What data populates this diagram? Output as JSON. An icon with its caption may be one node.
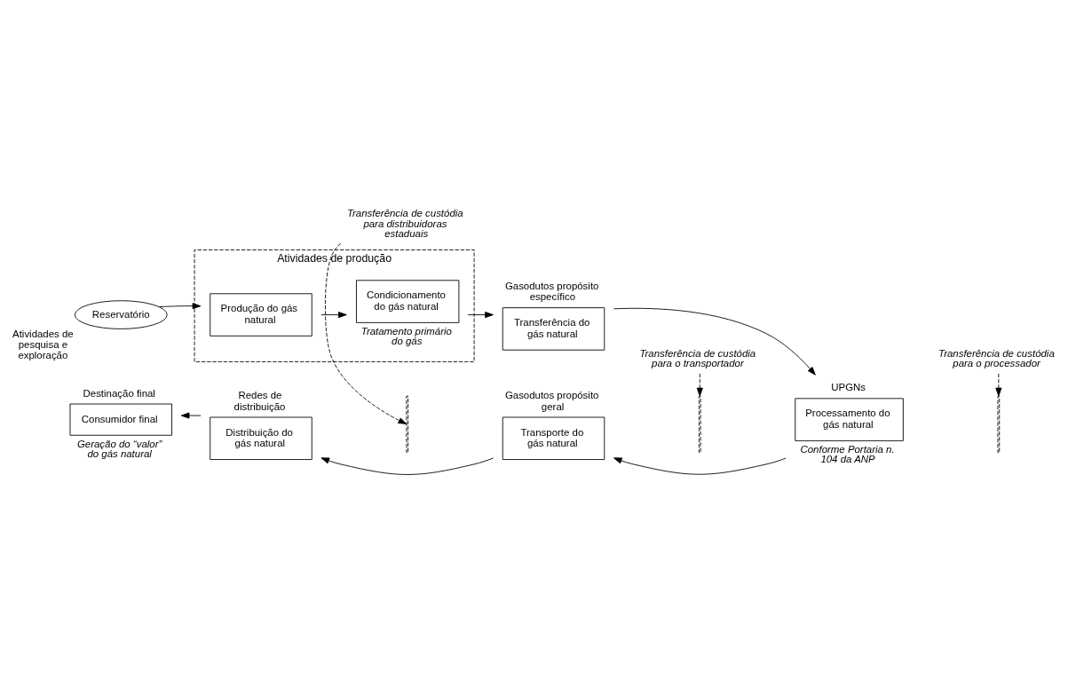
{
  "diagram": {
    "nodes": [
      {
        "text": [
          "Atividades de produção"
        ]
      },
      {
        "text": [
          "Produção do gás natural"
        ],
        "in": 0
      },
      {
        "text": [
          "Condicionamento do gás natural"
        ],
        "in": 0,
        "beside": [
          "Tratamento primário do gás"
        ]
      },
      {
        "text": [
          "Reservatório"
        ],
        "beside": [
          "Atividades de pesquisa e exploração"
        ]
      },
      {
        "text": [
          "Gasodutos propósito específico",
          "Transferência do gás natural"
        ]
      },
      {
        "text": [
          "UPGNs",
          "Processamento do gás natural"
        ],
        "beside": [
          "Conforme Portaria n. 104 da ANP"
        ]
      },
      {
        "text": [
          "Gasodutos propósito geral",
          "Transporte do gás natural"
        ]
      },
      {
        "text": [
          "Redes de distribuição",
          "Distribuição do gás natural"
        ]
      },
      {
        "text": [
          "Destinação final",
          "Consumidor final"
        ],
        "beside": [
          "Geração do “valor” do gás natural"
        ]
      },
      {
        "text": [
          "Transferência de custódia para distribuidoras estaduais"
        ]
      },
      {
        "text": [],
        "shape": "bar"
      },
      {
        "text": [
          "Transferência de custódia para o transportador"
        ]
      },
      {
        "text": [],
        "shape": "bar"
      },
      {
        "text": [
          "Transferência de custódia para o processador"
        ]
      },
      {
        "text": [],
        "shape": "bar"
      }
    ],
    "edges": [
      {
        "from": 3,
        "to": 1,
        "arrow": "to"
      },
      {
        "from": 1,
        "to": 2,
        "arrow": "to"
      },
      {
        "from": 2,
        "to": 4,
        "arrow": "to"
      },
      {
        "from": 4,
        "to": 5,
        "arrow": "to"
      },
      {
        "from": 5,
        "to": 6,
        "arrow": "to"
      },
      {
        "from": 6,
        "to": 7,
        "arrow": "to"
      },
      {
        "from": 7,
        "to": 8,
        "arrow": "to"
      },
      {
        "from": 9,
        "to": 10,
        "arrow": "to",
        "style": "dashed"
      },
      {
        "from": 11,
        "to": 12,
        "arrow": "to",
        "style": "dashed"
      },
      {
        "from": 13,
        "to": 14,
        "arrow": "to",
        "style": "dashed"
      }
    ]
  }
}
